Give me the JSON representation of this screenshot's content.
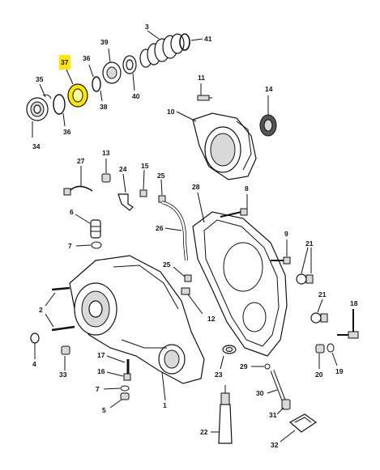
{
  "diagram": {
    "highlight_color": "#ffe500",
    "highlighted_part": "37",
    "callouts": [
      "3",
      "41",
      "39",
      "37",
      "36",
      "35",
      "38",
      "40",
      "34",
      "11",
      "14",
      "10",
      "13",
      "27",
      "24",
      "15",
      "25",
      "8",
      "28",
      "6",
      "7",
      "26",
      "9",
      "21",
      "2",
      "25",
      "12",
      "21",
      "18",
      "4",
      "33",
      "17",
      "16",
      "7",
      "5",
      "1",
      "23",
      "29",
      "20",
      "19",
      "30",
      "31",
      "22",
      "32"
    ]
  }
}
